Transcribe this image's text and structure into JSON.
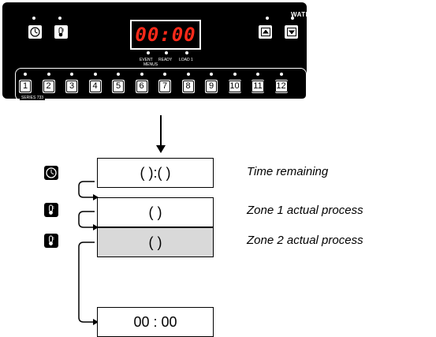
{
  "controller": {
    "brand": "WATLOW",
    "display": "00:00",
    "indicators": [
      "EVENT",
      "READY",
      "LOAD 1"
    ],
    "menus_label": "MENUS",
    "series_label": "SERIES 733",
    "keys": [
      "1",
      "2",
      "3",
      "4",
      "5",
      "6",
      "7",
      "8",
      "9",
      "10",
      "11",
      "12"
    ],
    "icons": {
      "clock": "clock-icon",
      "thermometer": "thermometer-icon",
      "up": "up-arrow-icon",
      "down": "down-arrow-icon"
    }
  },
  "flow": {
    "rows": [
      {
        "value": "(  ):(  )",
        "label": "Time remaining",
        "icon": "clock-icon"
      },
      {
        "value": "(  )",
        "label": "Zone 1 actual process",
        "icon": "thermometer-icon"
      },
      {
        "value": "(  )",
        "label": "Zone 2 actual process",
        "icon": "thermometer-icon"
      }
    ],
    "final_value": "00 : 00"
  }
}
